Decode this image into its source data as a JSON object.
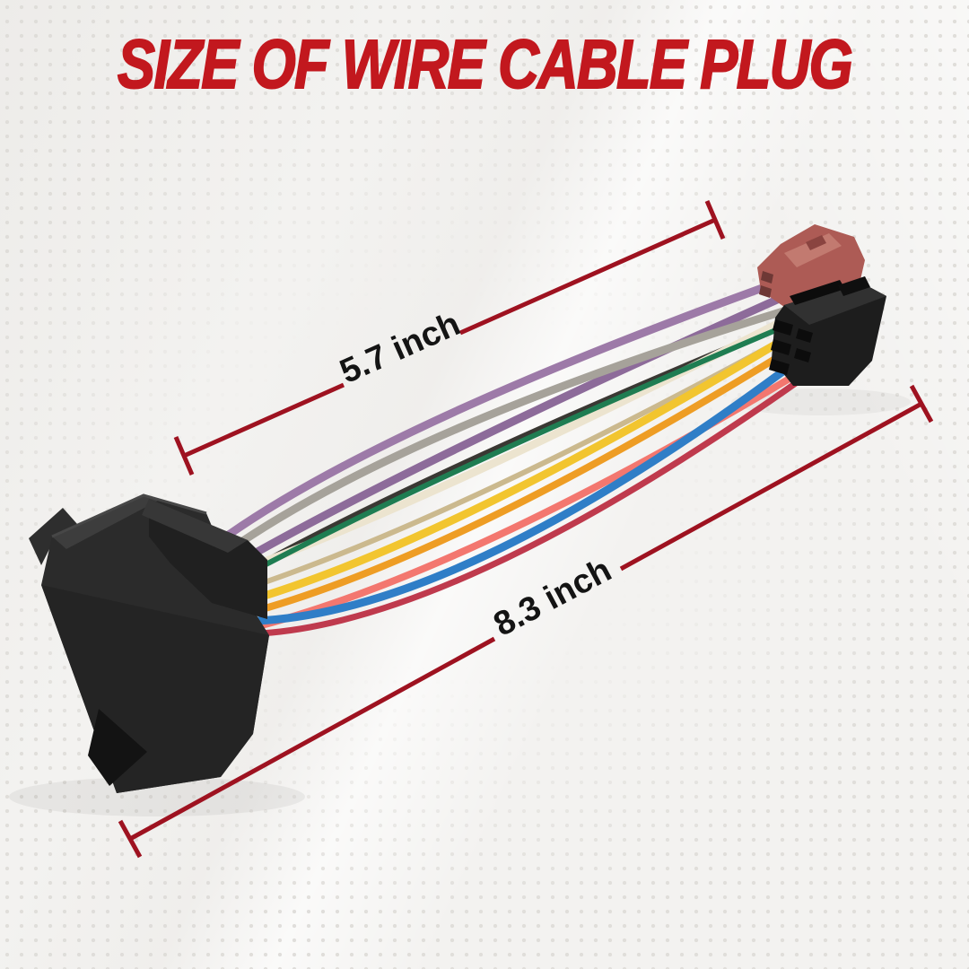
{
  "title": {
    "text": "SIZE OF WIRE CABLE PLUG"
  },
  "annotations": {
    "wire_length": {
      "label": "5.7 inch"
    },
    "total_length": {
      "label": "8.3 inch"
    }
  },
  "colors": {
    "background": "#f3f2f0",
    "title_red": "#c2181e",
    "dimension_red": "#9e1220",
    "label_black": "#141414",
    "connector_black": "#2b2b2b",
    "iso_red": "#ad5b55"
  },
  "product": {
    "left_connector": "quadlock-connector",
    "right_connector": "iso-connector",
    "wire_colors": [
      "#9d7aa8",
      "#a6a29a",
      "#8d6b9a",
      "#3a3833",
      "#1f7d52",
      "#ece4cf",
      "#cbb98e",
      "#f2c52f",
      "#ee9d24",
      "#f3776f",
      "#2f7ec7",
      "#bf3a4d"
    ]
  }
}
